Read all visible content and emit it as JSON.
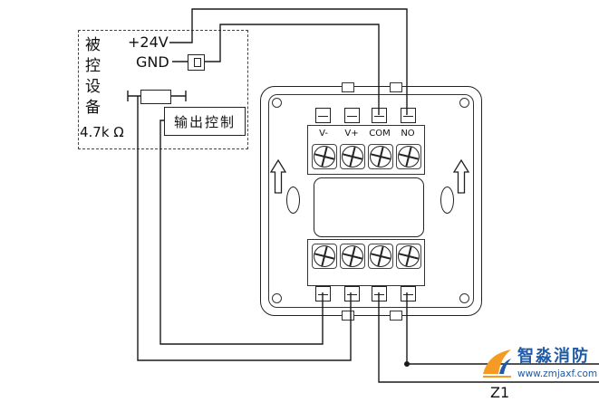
{
  "device_box": {
    "label": "被控设备",
    "power_label": "+24V",
    "ground_label": "GND",
    "output_control_label": "输出控制",
    "resistor_label": "4.7k Ω"
  },
  "module": {
    "top_terminals": [
      "V-",
      "V+",
      "COM",
      "NO"
    ]
  },
  "bus": {
    "z1_label": "Z1"
  },
  "watermark": {
    "brand": "智淼消防",
    "url": "www.zmjaxf.com"
  },
  "colors": {
    "line": "#1a1a1a",
    "brand_blue": "#1e5aa6",
    "logo_orange": "#f59a23"
  }
}
